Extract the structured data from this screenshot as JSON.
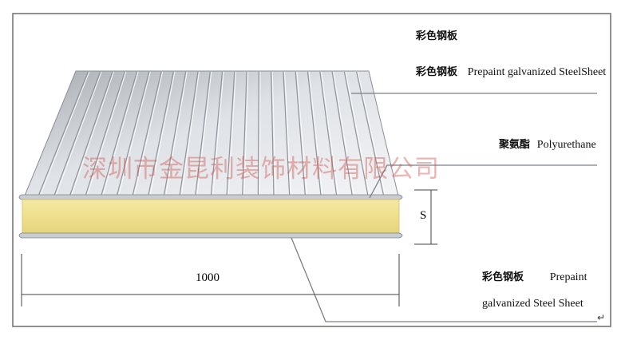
{
  "labels": {
    "top_cn_1": "彩色钢板",
    "top_cn_2": "彩色钢板",
    "top_en": "Prepaint galvanized SteelSheet",
    "core_cn": "聚氨酯",
    "core_en": "Polyurethane",
    "bottom_cn": "彩色钢板",
    "bottom_en_1": "Prepaint",
    "bottom_en_2": "galvanized Steel Sheet"
  },
  "dimensions": {
    "thickness": "S",
    "width": "1000"
  },
  "watermark": "深圳市金昆利装饰材料有限公司",
  "return_mark": "↵",
  "colors": {
    "steel_light": "#e6e9ed",
    "steel_dark": "#9aa0a8",
    "foam": "#f1e49a",
    "foam_edge": "#d8c46a",
    "border": "#6d6d6d",
    "watermark": "#cd504b"
  }
}
